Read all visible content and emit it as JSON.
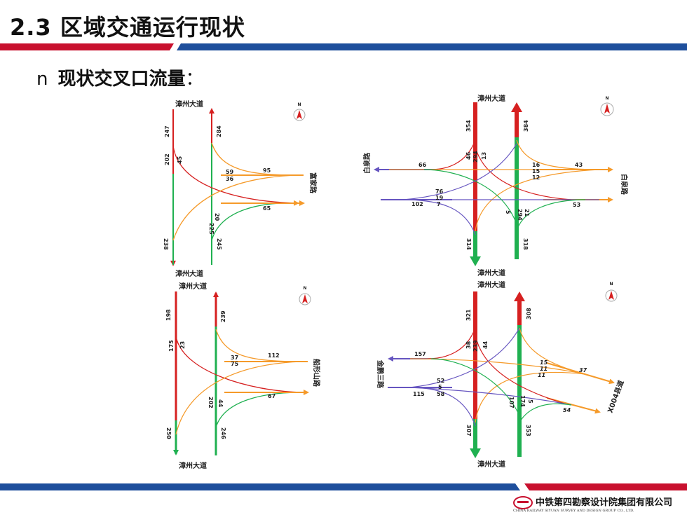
{
  "header": {
    "title": "2.3 区域交通运行现状"
  },
  "section": {
    "bullet": "n",
    "text": "现状交叉口流量",
    "colon": "："
  },
  "north": "N",
  "colors": {
    "nb": "#d62020",
    "sb": "#d62020",
    "green": "#1fb050",
    "orange": "#f59a2a",
    "purple": "#6655c0",
    "topbar_red": "#c8102e",
    "topbar_blue": "#1e4f9c"
  },
  "diagrams": {
    "d1": {
      "road_top": "漳州大道",
      "road_bottom": "漳州大道",
      "road_right": "富家路",
      "nums": {
        "sb_top": "247",
        "nb_top": "284",
        "sb_mid": "202",
        "sb_turn": "45",
        "r_in1": "59",
        "r_in2": "36",
        "r_out": "95",
        "r_in_mid": "65",
        "nb_mid": "225",
        "nb_turn": "20",
        "sb_bot": "238",
        "nb_bot": "245"
      }
    },
    "d2": {
      "road_top": "漳州大道",
      "road_bottom": "漳州大道",
      "road_left": "白泉路",
      "road_right": "白泉路",
      "nums": {
        "sb_top": "354",
        "nb_top": "384",
        "l_out": "66",
        "s1": "46",
        "s2": "294",
        "s3": "13",
        "r_in1": "16",
        "r_in2": "15",
        "r_in3": "12",
        "r_out": "43",
        "l_in1": "76",
        "l_in2": "19",
        "l_in3": "7",
        "l_in": "102",
        "n1": "5",
        "n2": "294",
        "n3": "21",
        "r_out2": "53",
        "sb_bot": "314",
        "nb_bot": "318"
      }
    },
    "d3": {
      "road_top": "漳州大道",
      "road_bottom": "漳州大道",
      "road_right": "船形山路",
      "nums": {
        "sb_top": "198",
        "nb_top": "239",
        "sb_mid": "175",
        "sb_turn": "23",
        "r_in1": "37",
        "r_in2": "75",
        "r_out": "112",
        "r_in_mid": "67",
        "nb_mid": "202",
        "nb_turn": "44",
        "sb_bot": "250",
        "nb_bot": "246"
      }
    },
    "d4": {
      "road_top": "漳州大道",
      "road_bottom": "漳州大道",
      "road_left": "金鹏三路",
      "road_right": "X004县道",
      "nums": {
        "sb_top": "321",
        "nb_top": "308",
        "l_out": "157",
        "s1": "38",
        "s2": "239",
        "s3": "44",
        "r_in1": "15",
        "r_in2": "11",
        "r_in3": "11",
        "r_out": "37",
        "l_in1": "52",
        "l_in2": "5",
        "l_in3": "58",
        "l_in": "115",
        "n1": "107",
        "n2": "174",
        "n3": "5",
        "r_out2": "54",
        "sb_bot": "307",
        "nb_bot": "353"
      }
    }
  },
  "footer": {
    "company_cn": "中铁第四勘察设计院集团有限公司",
    "company_en": "CHINA RAILWAY SIYUAN SURVEY AND DESIGN GROUP CO., LTD."
  }
}
